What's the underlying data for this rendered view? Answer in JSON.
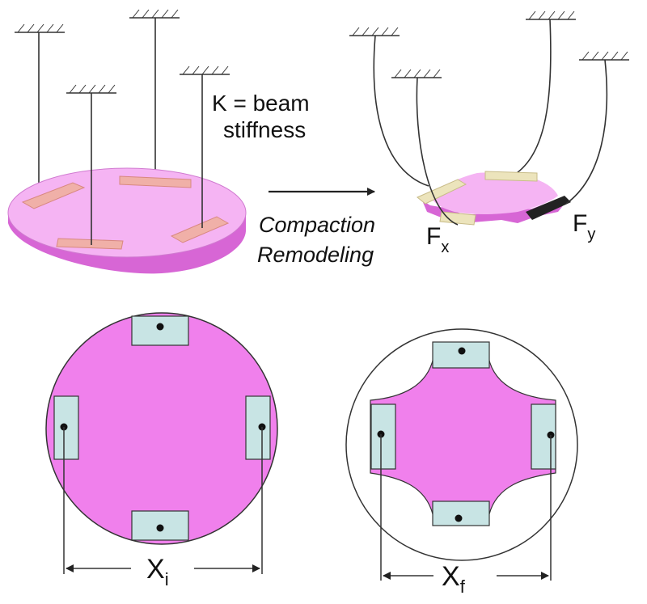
{
  "labels": {
    "beam_stiffness_line1": "K = beam",
    "beam_stiffness_line2": "stiffness",
    "process_line1": "Compaction",
    "process_line2": "Remodeling",
    "force_x_main": "F",
    "force_x_sub": "x",
    "force_y_main": "F",
    "force_y_sub": "y",
    "initial_distance_main": "X",
    "initial_distance_sub": "i",
    "final_distance_main": "X",
    "final_distance_sub": "f"
  },
  "colors": {
    "tissue": "#f080ec",
    "tissue_light": "#f6b8f3",
    "tissue_side": "#d860d8",
    "post_pad": "#c8e4e4",
    "attach_pad": "#f0b8b0",
    "attach_pad_final": "#ece4bc",
    "line": "#222222"
  }
}
